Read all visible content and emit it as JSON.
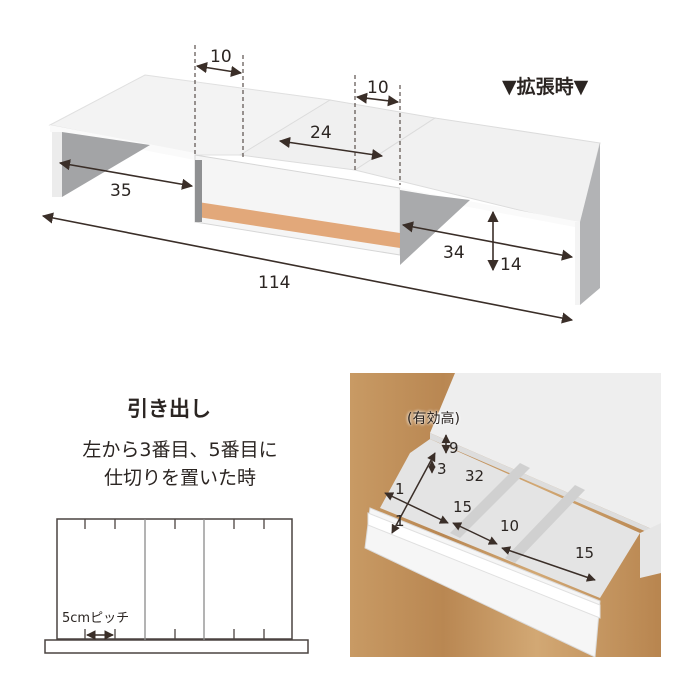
{
  "top_view": {
    "mode_label": "▼拡張時▼",
    "dimensions": {
      "overall_width": "114",
      "left_inner_width": "35",
      "right_inner_width": "34",
      "height": "14",
      "center_top_depth": "24",
      "extension_left": "10",
      "extension_right": "10"
    },
    "colors": {
      "top": "#f2f2f2",
      "side": "#a9aaac",
      "drawer": "#f4f4f4",
      "wood_strip": "#e2a87a",
      "arrow": "#3a2e28"
    }
  },
  "drawer_section": {
    "title": "引き出し",
    "caption_line1": "左から3番目、5番目に",
    "caption_line2": "仕切りを置いた時",
    "pitch_label": "5cmピッチ",
    "diagram": {
      "slots": 8,
      "divider_positions": [
        3,
        5
      ]
    }
  },
  "drawer_photo": {
    "effective_height_label": "(有効高)",
    "dimensions": {
      "effective_height": "9",
      "inner_height": "3",
      "depth": "32",
      "left_compartment": "15",
      "middle_compartment": "10",
      "right_compartment": "15",
      "wall_top": "1",
      "wall_bottom": "1"
    },
    "colors": {
      "wood": "#c79a66",
      "white": "#eeeeee"
    }
  }
}
